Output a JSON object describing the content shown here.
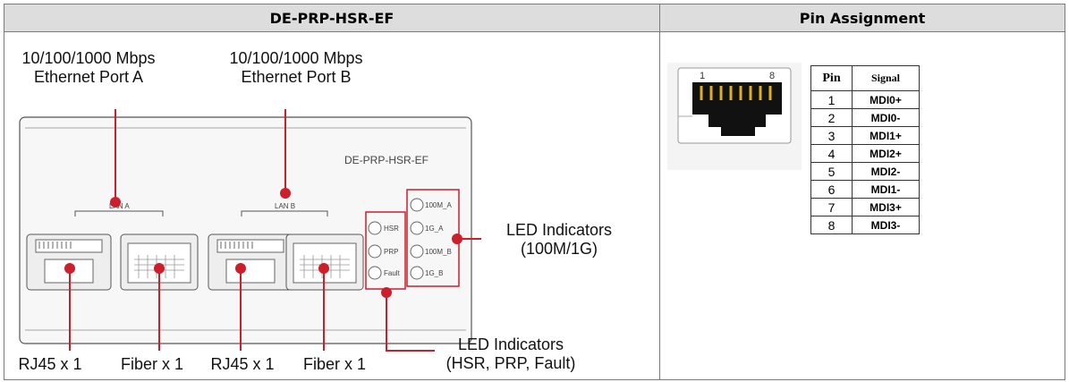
{
  "headers": {
    "device": "DE-PRP-HSR-EF",
    "pin_assignment": "Pin Assignment"
  },
  "diagram": {
    "port_a_label_line1": "10/100/1000 Mbps",
    "port_a_label_line2": "Ethernet Port A",
    "port_b_label_line1": "10/100/1000 Mbps",
    "port_b_label_line2": "Ethernet Port B",
    "device_label": "DE-PRP-HSR-EF",
    "lan_a": "LAN A",
    "lan_b": "LAN B",
    "led_status": [
      "HSR",
      "PRP",
      "Fault"
    ],
    "led_speed": [
      "100M_A",
      "1G_A",
      "100M_B",
      "1G_B"
    ],
    "led_speed_callout_line1": "LED Indicators",
    "led_speed_callout_line2": "(100M/1G)",
    "led_status_callout_line1": "LED Indicators",
    "led_status_callout_line2": "(HSR, PRP, Fault)",
    "bottom_labels": [
      "RJ45 x 1",
      "Fiber x 1",
      "RJ45 x 1",
      "Fiber x 1"
    ],
    "connector_pin_first": "1",
    "connector_pin_last": "8",
    "callout_color": "#cc1f2b"
  },
  "pin_table": {
    "col_pin": "Pin",
    "col_signal": "Signal",
    "rows": [
      {
        "pin": "1",
        "signal": "MDI0+"
      },
      {
        "pin": "2",
        "signal": "MDI0-"
      },
      {
        "pin": "3",
        "signal": "MDI1+"
      },
      {
        "pin": "4",
        "signal": "MDI2+"
      },
      {
        "pin": "5",
        "signal": "MDI2-"
      },
      {
        "pin": "6",
        "signal": "MDI1-"
      },
      {
        "pin": "7",
        "signal": "MDI3+"
      },
      {
        "pin": "8",
        "signal": "MDI3-"
      }
    ]
  }
}
